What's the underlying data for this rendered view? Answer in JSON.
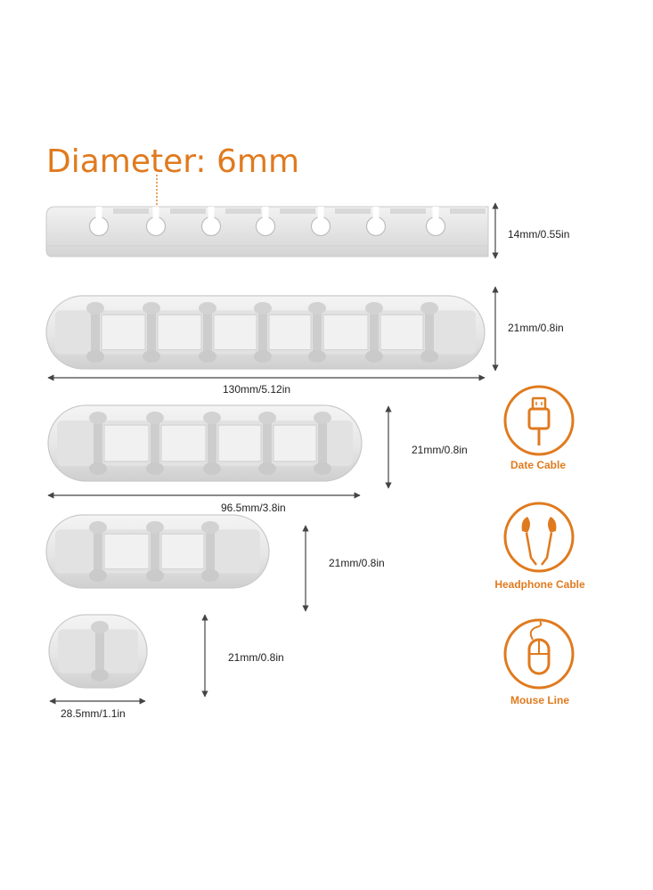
{
  "headline": "Diameter: 6mm",
  "dimensions": {
    "side_height": "14mm/0.55in",
    "h7": "21mm/0.8in",
    "w7": "130mm/5.12in",
    "h5": "21mm/0.8in",
    "w5": "96.5mm/3.8in",
    "h3": "21mm/0.8in",
    "h1": "21mm/0.8in",
    "w1": "28.5mm/1.1in"
  },
  "cables": [
    {
      "label": "Date Cable",
      "icon": "usb-cable-icon"
    },
    {
      "label": "Headphone Cable",
      "icon": "earphones-icon"
    },
    {
      "label": "Mouse Line",
      "icon": "mouse-icon"
    }
  ],
  "holders": [
    {
      "slots": 7
    },
    {
      "slots": 5
    },
    {
      "slots": 3
    },
    {
      "slots": 1
    }
  ],
  "colors": {
    "accent": "#e07a1e",
    "holder": "#e9e9e9",
    "holder_edge": "#c9c9c9",
    "text": "#222222"
  }
}
